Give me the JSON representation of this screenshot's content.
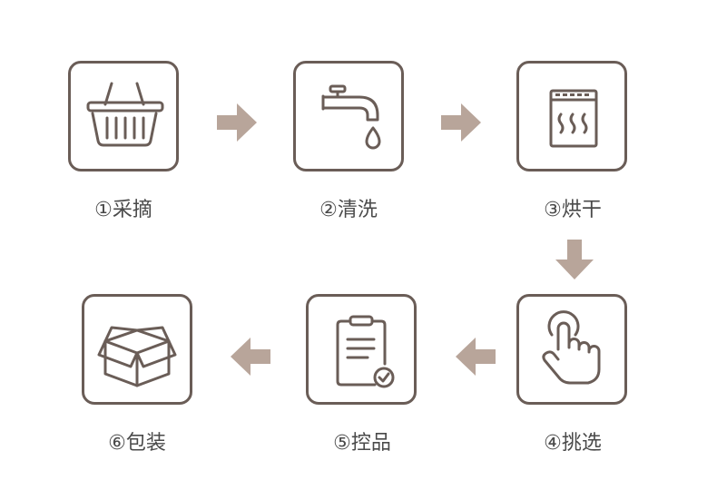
{
  "colors": {
    "box_border": "#6a5d57",
    "arrow": "#b8a59a",
    "label_text": "#4a4a4a"
  },
  "steps": [
    {
      "label": "①采摘",
      "icon": "basket-icon"
    },
    {
      "label": "②清洗",
      "icon": "faucet-icon"
    },
    {
      "label": "③烘干",
      "icon": "dryer-icon"
    },
    {
      "label": "④挑选",
      "icon": "touch-hand-icon"
    },
    {
      "label": "⑤控品",
      "icon": "clipboard-check-icon"
    },
    {
      "label": "⑥包装",
      "icon": "box-icon"
    }
  ]
}
